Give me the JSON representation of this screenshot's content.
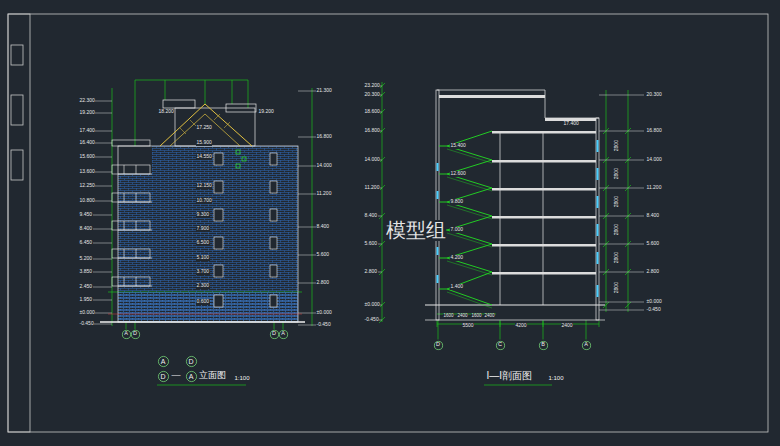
{
  "diagram": {
    "nodes": [
      {
        "text": [
          "A"
        ]
      },
      {
        "text": [
          "D"
        ]
      },
      {
        "text": [
          "D"
        ]
      },
      {
        "text": [
          "A"
        ]
      },
      {
        "text": [
          "D"
        ]
      },
      {
        "text": [
          "C"
        ]
      },
      {
        "text": [
          "B"
        ]
      },
      {
        "text": [
          "A"
        ]
      },
      {
        "text": [
          "A"
        ]
      },
      {
        "text": [
          "D"
        ]
      },
      {
        "text": [
          "D"
        ]
      },
      {
        "text": [
          "A"
        ]
      }
    ],
    "labels": [
      "22.300",
      "19.200",
      "17.400",
      "16.400",
      "15.600",
      "13.600",
      "12.250",
      "10.800",
      "9.450",
      "8.400",
      "6.450",
      "5.200",
      "3.850",
      "2.450",
      "1.950",
      "±0.000",
      "-0.450",
      "21.300",
      "16.800",
      "14.000",
      "11.200",
      "8.400",
      "5.600",
      "2.800",
      "±0.000",
      "-0.450",
      "17.250",
      "15.900",
      "14.550",
      "12.150",
      "10.700",
      "9.300",
      "7.900",
      "6.500",
      "5.100",
      "3.700",
      "2.300",
      "0.600",
      "18.200",
      "19.200",
      "23.200",
      "20.300",
      "18.600",
      "16.800",
      "14.000",
      "11.200",
      "8.400",
      "5.600",
      "2.800",
      "±0.000",
      "-0.450",
      "20.300",
      "16.800",
      "14.000",
      "11.200",
      "8.400",
      "5.600",
      "2.800",
      "±0.000",
      "-0.450",
      "15.400",
      "12.600",
      "9.800",
      "7.000",
      "4.200",
      "1.400",
      "17.400",
      "2800",
      "2800",
      "2800",
      "2800",
      "2800",
      "2800",
      "1600",
      "2400",
      "1600",
      "2400",
      "5500",
      "4200",
      "2400",
      "—",
      "立面图",
      "1:100",
      "I—I剖面图",
      "1:100",
      "模型组"
    ]
  }
}
